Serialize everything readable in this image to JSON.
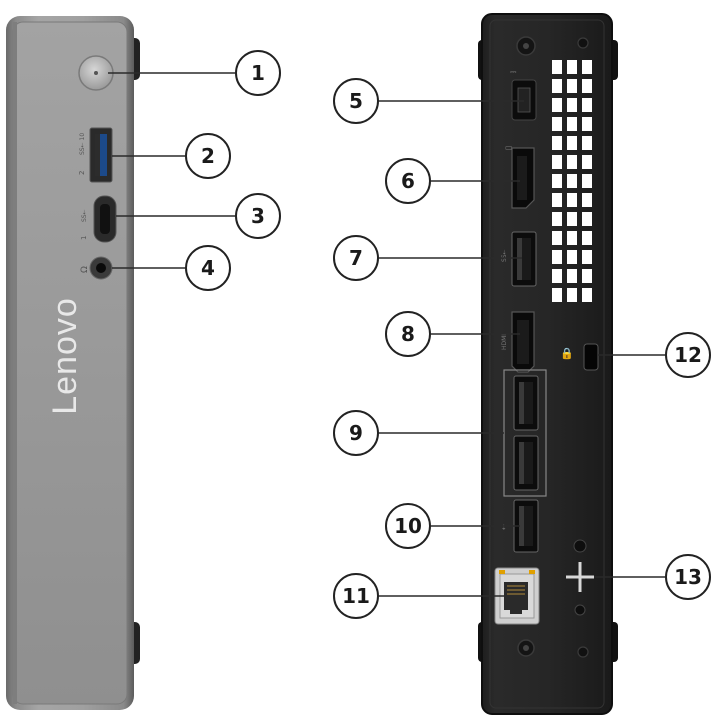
{
  "front_panel": {
    "brand": "Lenovo"
  },
  "callouts": [
    {
      "id": "1",
      "label": "1"
    },
    {
      "id": "2",
      "label": "2"
    },
    {
      "id": "3",
      "label": "3"
    },
    {
      "id": "4",
      "label": "4"
    },
    {
      "id": "5",
      "label": "5"
    },
    {
      "id": "6",
      "label": "6"
    },
    {
      "id": "7",
      "label": "7"
    },
    {
      "id": "8",
      "label": "8"
    },
    {
      "id": "9",
      "label": "9"
    },
    {
      "id": "10",
      "label": "10"
    },
    {
      "id": "11",
      "label": "11"
    },
    {
      "id": "12",
      "label": "12"
    },
    {
      "id": "13",
      "label": "13"
    }
  ],
  "icons": {
    "power": "power-button-icon",
    "usb_a": "usb-a-port-icon",
    "usb_c": "usb-c-port-icon",
    "audio": "audio-jack-icon",
    "dc_in": "dc-power-in-icon",
    "displayport": "displayport-icon",
    "hdmi": "hdmi-port-icon",
    "lock": "security-lock-slot-icon",
    "ethernet": "ethernet-port-icon",
    "antenna": "antenna-connector-icon"
  }
}
